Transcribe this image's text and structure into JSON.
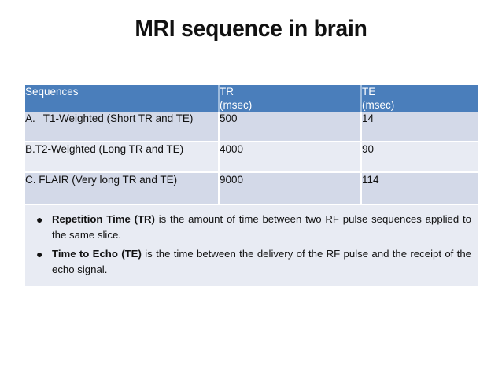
{
  "slide": {
    "title": "MRI sequence in brain",
    "colors": {
      "header_blue": "#4a7ebb",
      "row_dark": "#d3d9e8",
      "row_light": "#e8ebf3",
      "panel_bg": "#e8ebf3",
      "divider_white": "#ffffff",
      "text": "#111111"
    }
  },
  "table": {
    "headers": [
      {
        "line1": "Sequences",
        "line2": ""
      },
      {
        "line1": "TR",
        "line2": "(msec)"
      },
      {
        "line1": "TE",
        "line2": "(msec)"
      }
    ],
    "rows": [
      {
        "marker": "A.",
        "sequence": "T1-Weighted (Short TR and TE)",
        "sequence_full": "A.  T1-Weighted (Short TR and TE)",
        "tr": "500",
        "te": "14"
      },
      {
        "marker": "B.",
        "sequence": "T2-Weighted (Long TR and TE)",
        "sequence_full": "B.T2-Weighted (Long TR and TE)",
        "tr": "4000",
        "te": "90"
      },
      {
        "marker": "C.",
        "sequence": "FLAIR (Very long TR and TE)",
        "sequence_full": "C. FLAIR (Very long TR and TE)",
        "tr": "9000",
        "te": "114"
      }
    ]
  },
  "bullets": [
    {
      "glyph": "bullet-dot-icon",
      "lead": "Repetition Time (TR)",
      "rest": " is the amount of time between two RF pulse sequences applied to the same slice."
    },
    {
      "glyph": "bullet-dot-icon",
      "lead": "Time to Echo (TE)",
      "rest": " is the time between the delivery of the RF pulse and the receipt of the echo signal."
    }
  ]
}
